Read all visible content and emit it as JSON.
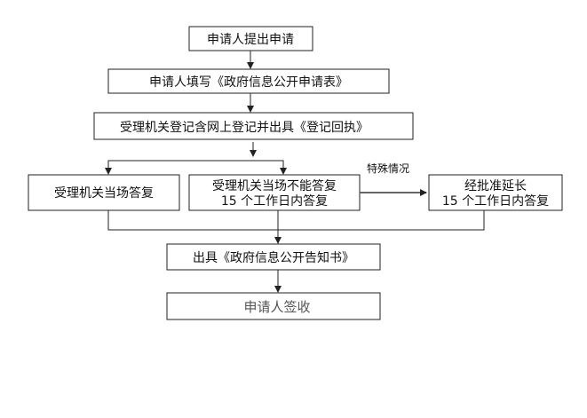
{
  "steps": {
    "submit": "申请人提出申请",
    "fill_form": "申请人填写《政府信息公开申请表》",
    "register": "受理机关登记含网上登记并出具《登记回执》",
    "reply_onsite": "受理机关当场答复",
    "reply_later_line1": "受理机关当场不能答复",
    "reply_later_line2": "15 个工作日内答复",
    "extend_line1": "经批准延长",
    "extend_line2": "15 个工作日内答复",
    "notice": "出具《政府信息公开告知书》",
    "sign": "申请人签收"
  },
  "labels": {
    "special_case": "特殊情况"
  }
}
